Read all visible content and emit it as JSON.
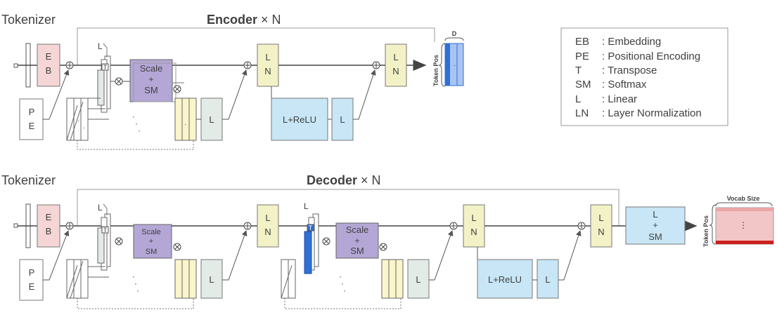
{
  "encoder": {
    "tokenizer_label": "Tokenizer",
    "title_bold": "Encoder",
    "title_rest": " × N",
    "eb": [
      "E",
      "B"
    ],
    "pe": [
      "P",
      "E"
    ],
    "l_label": "L",
    "t_label": "T",
    "scale_sm": [
      "Scale",
      "+",
      "SM"
    ],
    "ln1": [
      "L",
      "N"
    ],
    "ln2": [
      "L",
      "N"
    ],
    "linear_out": "L",
    "ff1": "L+ReLU",
    "ff2": "L",
    "out_axis": "Token Pos",
    "out_dim": "D"
  },
  "decoder": {
    "tokenizer_label": "Tokenizer",
    "title_bold": "Decoder",
    "title_rest": " × N",
    "eb": [
      "E",
      "B"
    ],
    "pe": [
      "P",
      "E"
    ],
    "l_label": "L",
    "t_label": "T",
    "scale_sm": [
      "Scale",
      "+",
      "SM"
    ],
    "linear_out": "L",
    "ln1": [
      "L",
      "N"
    ],
    "ln2": [
      "L",
      "N"
    ],
    "ln3": [
      "L",
      "N"
    ],
    "ff1": "L+ReLU",
    "ff2": "L",
    "head": [
      "L",
      "+",
      "SM"
    ],
    "out_axis": "Token Pos",
    "out_dim": "Vocab Size"
  },
  "legend": [
    {
      "abbr": "EB",
      "desc": ": Embedding"
    },
    {
      "abbr": "PE",
      "desc": ": Positional Encoding"
    },
    {
      "abbr": "T",
      "desc": ": Transpose"
    },
    {
      "abbr": "SM",
      "desc": ": Softmax"
    },
    {
      "abbr": "L",
      "desc": ": Linear"
    },
    {
      "abbr": "LN",
      "desc": ": Layer Normalization"
    }
  ],
  "colors": {
    "eb_fill": "#f5d5d5",
    "attn_fill": "#b4a7d6",
    "ln_fill": "#f2f2c6",
    "linear_fill": "#e3ebe6",
    "ff_fill": "#c8e6f5",
    "value_fill": "#fbf5cc",
    "query_blue": "#2f6fd6",
    "out_red": "#cc2020",
    "line": "#555555"
  }
}
